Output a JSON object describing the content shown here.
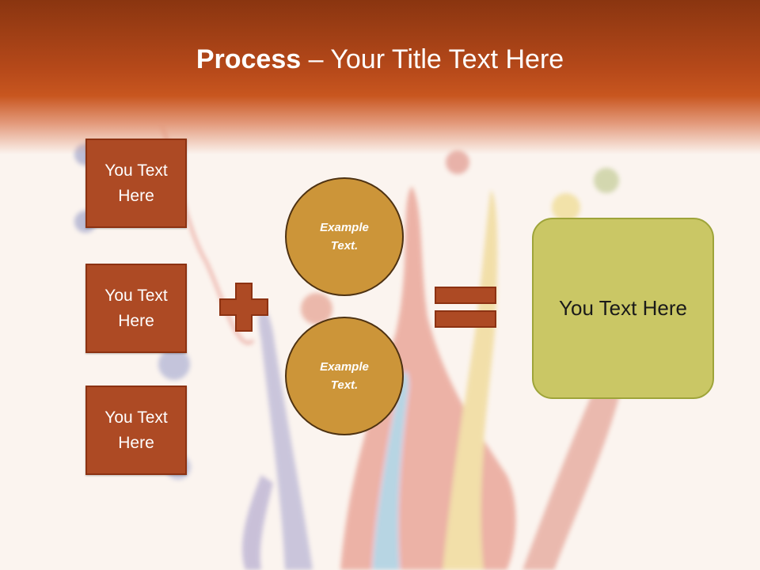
{
  "title": {
    "bold": "Process",
    "separator": " – ",
    "rest": "Your Title Text Here"
  },
  "left_boxes": [
    {
      "label": "You Text Here"
    },
    {
      "label": "You Text Here"
    },
    {
      "label": "You Text Here"
    }
  ],
  "circles": [
    {
      "label": "Example Text."
    },
    {
      "label": "Example Text."
    }
  ],
  "result": {
    "label": "You Text Here"
  },
  "colors": {
    "header": "#b6491a",
    "box_fill": "#ad4a24",
    "circle_fill": "#cc9539",
    "result_fill": "#cac765"
  },
  "icons": {
    "operator_1": "plus-icon",
    "operator_2": "equals-icon"
  }
}
